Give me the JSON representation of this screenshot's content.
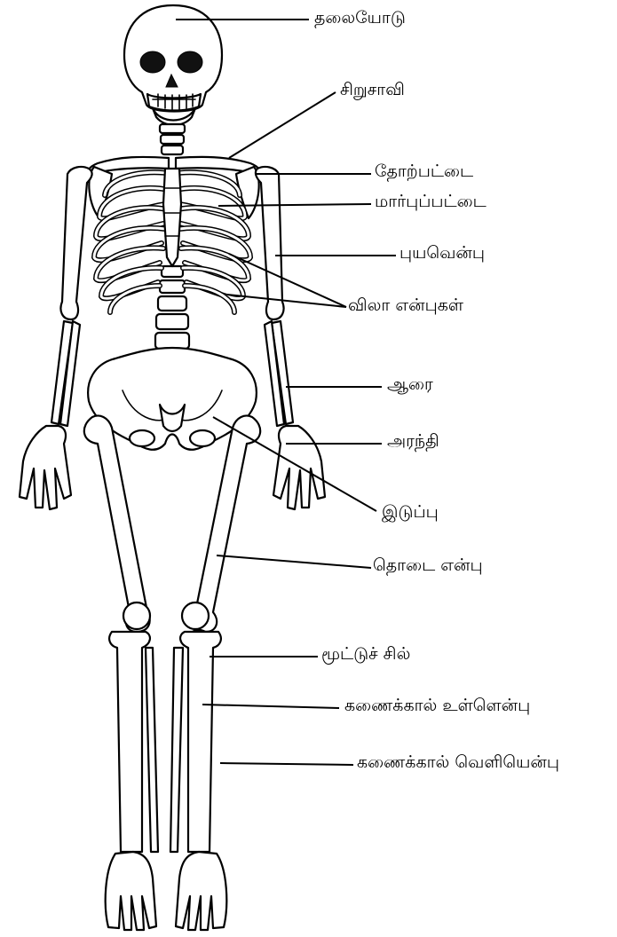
{
  "labels": {
    "skull": "தலையோடு",
    "clavicle": "சிறுசாவி",
    "scapula": "தோற்பட்டை",
    "sternum": "மார்புப்பட்டை",
    "humerus": "புயவென்பு",
    "ribs": "விலா என்புகள்",
    "ulna": "ஆரை",
    "radius": "அரந்தி",
    "pelvis": "இடுப்பு",
    "femur": "தொடை என்பு",
    "patella": "மூட்டுச் சில்",
    "tibia": "கணைக்கால் உள்ளென்பு",
    "fibula": "கணைக்கால் வெளியென்பு"
  }
}
